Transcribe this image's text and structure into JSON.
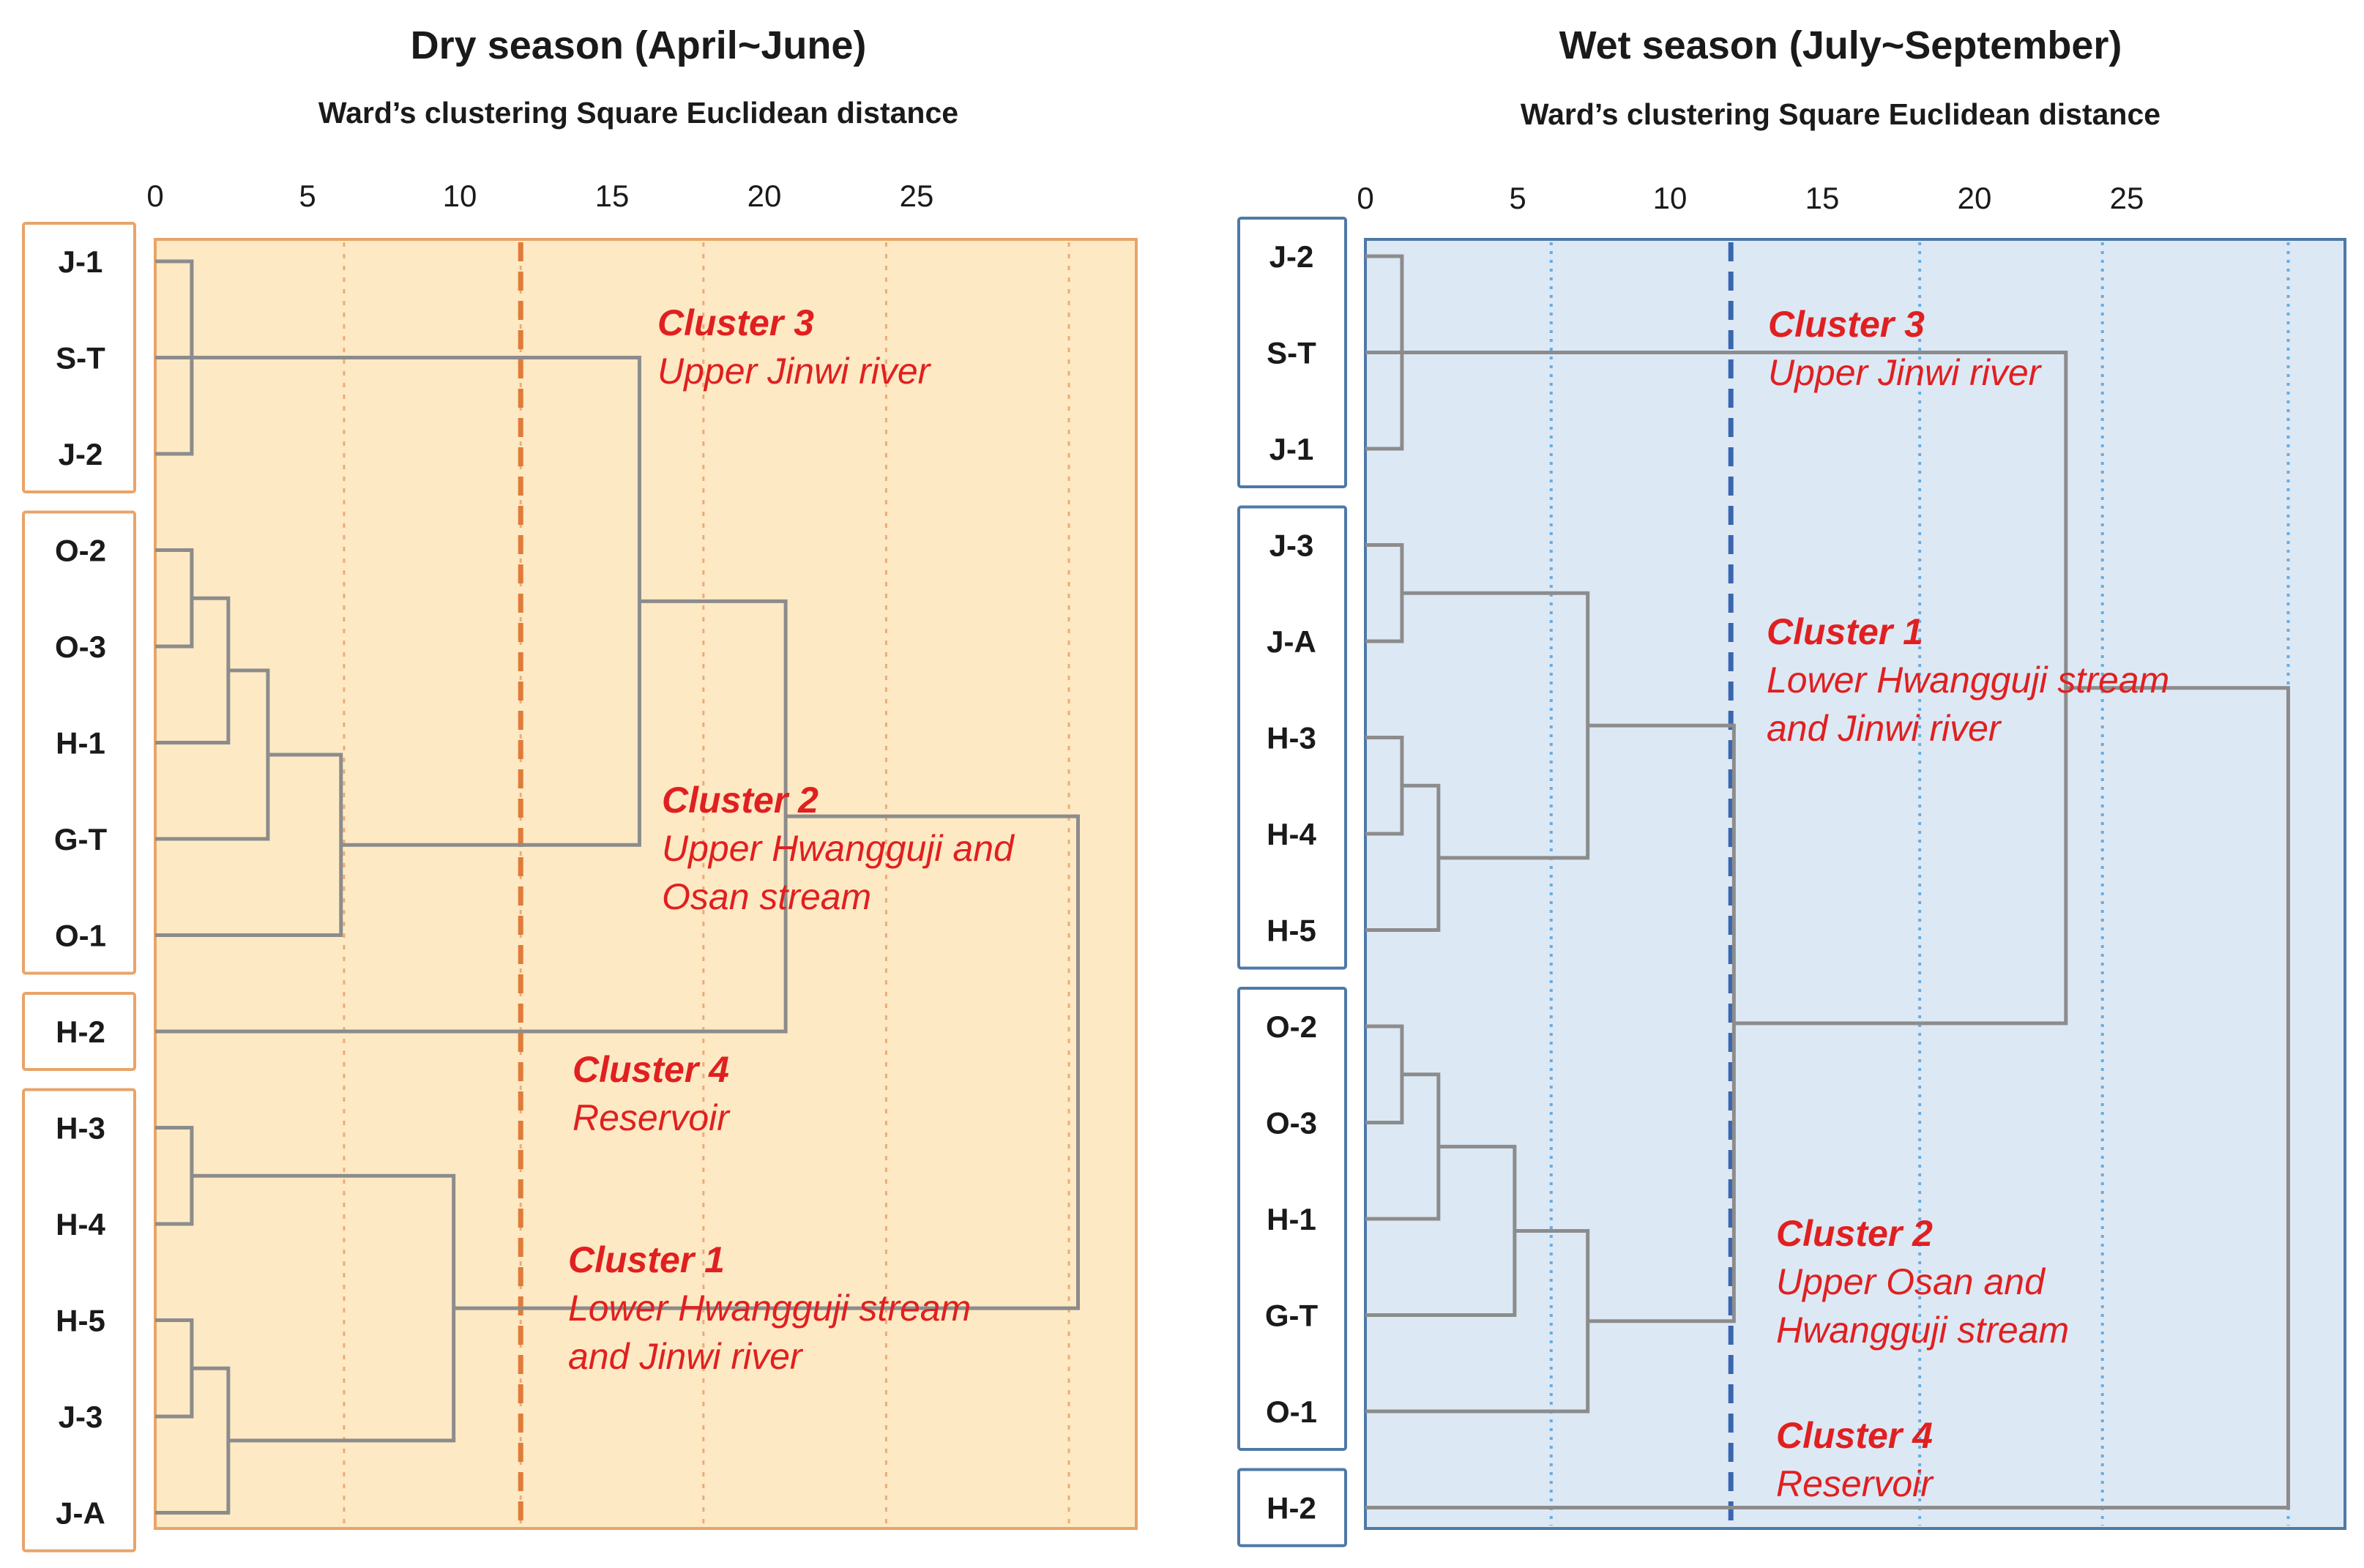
{
  "colors": {
    "dry_bg": "#FDE9C4",
    "dry_border": "#E8A46A",
    "dry_cut": "#E07B39",
    "wet_bg": "#DDE8F5",
    "wet_border": "#4E79A7",
    "wet_cut": "#3A66B0",
    "wet_grid": "#5AA7E0",
    "link": "#8C8C8C",
    "cluster_text": "#E02020"
  },
  "axis": {
    "ticks": [
      0,
      5,
      10,
      15,
      20,
      25
    ]
  },
  "panels": [
    {
      "id": "dry",
      "title": "Dry season (April~June)",
      "subtitle": "Ward’s clustering Square Euclidean distance",
      "leaves": [
        "J-1",
        "S-T",
        "J-2",
        "O-2",
        "O-3",
        "H-1",
        "G-T",
        "O-1",
        "H-2",
        "H-3",
        "H-4",
        "H-5",
        "J-3",
        "J-A"
      ],
      "groups": [
        [
          0,
          2
        ],
        [
          3,
          7
        ],
        [
          8,
          8
        ],
        [
          9,
          13
        ]
      ],
      "cut_distance": 12,
      "grid_distances": [
        6.2,
        12,
        18,
        24,
        30
      ],
      "merges": [
        {
          "a": 0,
          "b": 2,
          "dist": 1.2
        },
        {
          "a": 14,
          "b": 1,
          "dist": 1.2
        },
        {
          "a": 3,
          "b": 4,
          "dist": 1.2
        },
        {
          "a": 16,
          "b": 5,
          "dist": 2.4
        },
        {
          "a": 17,
          "b": 6,
          "dist": 3.7
        },
        {
          "a": 18,
          "b": 7,
          "dist": 6.1
        },
        {
          "a": 15,
          "b": 19,
          "dist": 15.9
        },
        {
          "a": 20,
          "b": 8,
          "dist": 20.7
        },
        {
          "a": 9,
          "b": 10,
          "dist": 1.2
        },
        {
          "a": 11,
          "b": 12,
          "dist": 1.2
        },
        {
          "a": 23,
          "b": 13,
          "dist": 2.4
        },
        {
          "a": 22,
          "b": 24,
          "dist": 9.8
        },
        {
          "a": 21,
          "b": 25,
          "dist": 30.3
        }
      ],
      "clusters": [
        {
          "name": "Cluster 3",
          "lines": [
            "Upper Jinwi river"
          ]
        },
        {
          "name": "Cluster 2",
          "lines": [
            "Upper Hwangguji and",
            "Osan stream"
          ]
        },
        {
          "name": "Cluster 4",
          "lines": [
            "Reservoir"
          ]
        },
        {
          "name": "Cluster 1",
          "lines": [
            "Lower Hwangguji stream",
            "and Jinwi river"
          ]
        }
      ]
    },
    {
      "id": "wet",
      "title": "Wet season (July~September)",
      "subtitle": "Ward’s clustering Square Euclidean distance",
      "leaves": [
        "J-2",
        "S-T",
        "J-1",
        "J-3",
        "J-A",
        "H-3",
        "H-4",
        "H-5",
        "O-2",
        "O-3",
        "H-1",
        "G-T",
        "O-1",
        "H-2"
      ],
      "groups": [
        [
          0,
          2
        ],
        [
          3,
          7
        ],
        [
          8,
          12
        ],
        [
          13,
          13
        ]
      ],
      "cut_distance": 12,
      "grid_distances": [
        6.1,
        18.2,
        24.2,
        30.3
      ],
      "merges": [
        {
          "a": 0,
          "b": 2,
          "dist": 1.2
        },
        {
          "a": 14,
          "b": 1,
          "dist": 1.2
        },
        {
          "a": 3,
          "b": 4,
          "dist": 1.2
        },
        {
          "a": 5,
          "b": 6,
          "dist": 1.2
        },
        {
          "a": 17,
          "b": 7,
          "dist": 2.4
        },
        {
          "a": 16,
          "b": 18,
          "dist": 7.3
        },
        {
          "a": 8,
          "b": 9,
          "dist": 1.2
        },
        {
          "a": 20,
          "b": 10,
          "dist": 2.4
        },
        {
          "a": 21,
          "b": 11,
          "dist": 4.9
        },
        {
          "a": 22,
          "b": 12,
          "dist": 7.3
        },
        {
          "a": 19,
          "b": 23,
          "dist": 12.1
        },
        {
          "a": 15,
          "b": 24,
          "dist": 23.0
        },
        {
          "a": 25,
          "b": 13,
          "dist": 30.3
        }
      ],
      "clusters": [
        {
          "name": "Cluster 3",
          "lines": [
            "Upper Jinwi river"
          ]
        },
        {
          "name": "Cluster 1",
          "lines": [
            "Lower Hwangguji stream",
            "and Jinwi river"
          ]
        },
        {
          "name": "Cluster 2",
          "lines": [
            "Upper Osan and",
            "Hwangguji stream"
          ]
        },
        {
          "name": "Cluster 4",
          "lines": [
            "Reservoir"
          ]
        }
      ]
    }
  ]
}
